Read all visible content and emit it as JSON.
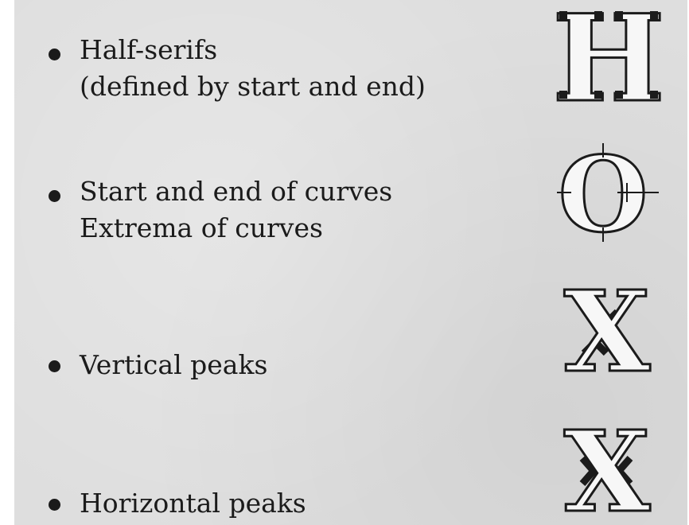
{
  "items": [
    {
      "lines": [
        "Half-serifs",
        "(defined by start and end)"
      ],
      "glyph": "H"
    },
    {
      "lines": [
        "Start and end of curves",
        "Extrema of curves"
      ],
      "glyph": "O"
    },
    {
      "lines": [
        "Vertical peaks"
      ],
      "glyph": "X"
    },
    {
      "lines": [
        "Horizontal peaks"
      ],
      "glyph": "X"
    }
  ],
  "colors": {
    "background": "#dedede",
    "ink": "#1b1b1b",
    "glyph_fill": "#f7f7f7"
  }
}
